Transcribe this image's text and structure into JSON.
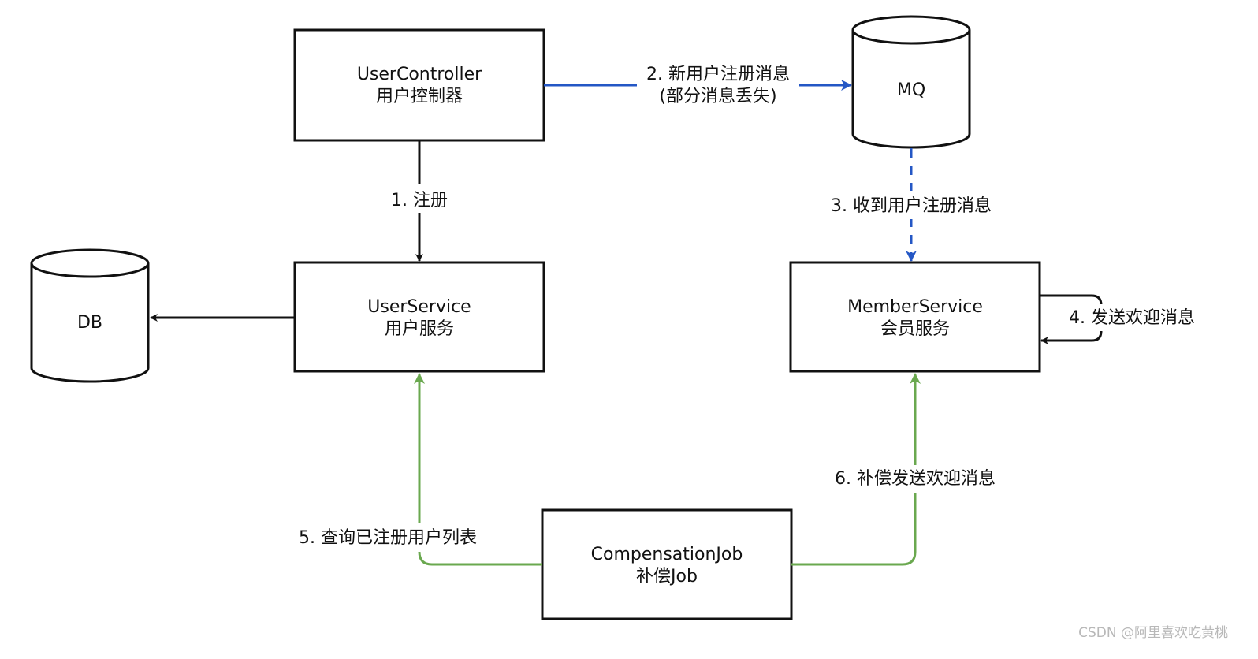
{
  "colors": {
    "blue": "#2457c5",
    "green": "#6aa84f",
    "black": "#111111"
  },
  "nodes": {
    "user_controller": {
      "line1": "UserController",
      "line2": "用户控制器"
    },
    "user_service": {
      "line1": "UserService",
      "line2": "用户服务"
    },
    "member_service": {
      "line1": "MemberService",
      "line2": "会员服务"
    },
    "compensation_job": {
      "line1": "CompensationJob",
      "line2": "补偿Job"
    },
    "db": {
      "label": "DB"
    },
    "mq": {
      "label": "MQ"
    }
  },
  "edges": {
    "e1": {
      "label": "1. 注册"
    },
    "e2": {
      "label_line1": "2. 新用户注册消息",
      "label_line2": "(部分消息丢失)"
    },
    "e3": {
      "label": "3. 收到用户注册消息"
    },
    "e4": {
      "label": "4. 发送欢迎消息"
    },
    "e5": {
      "label": "5. 查询已注册用户列表"
    },
    "e6": {
      "label": "6. 补偿发送欢迎消息"
    }
  },
  "watermark": "CSDN @阿里喜欢吃黄桃"
}
